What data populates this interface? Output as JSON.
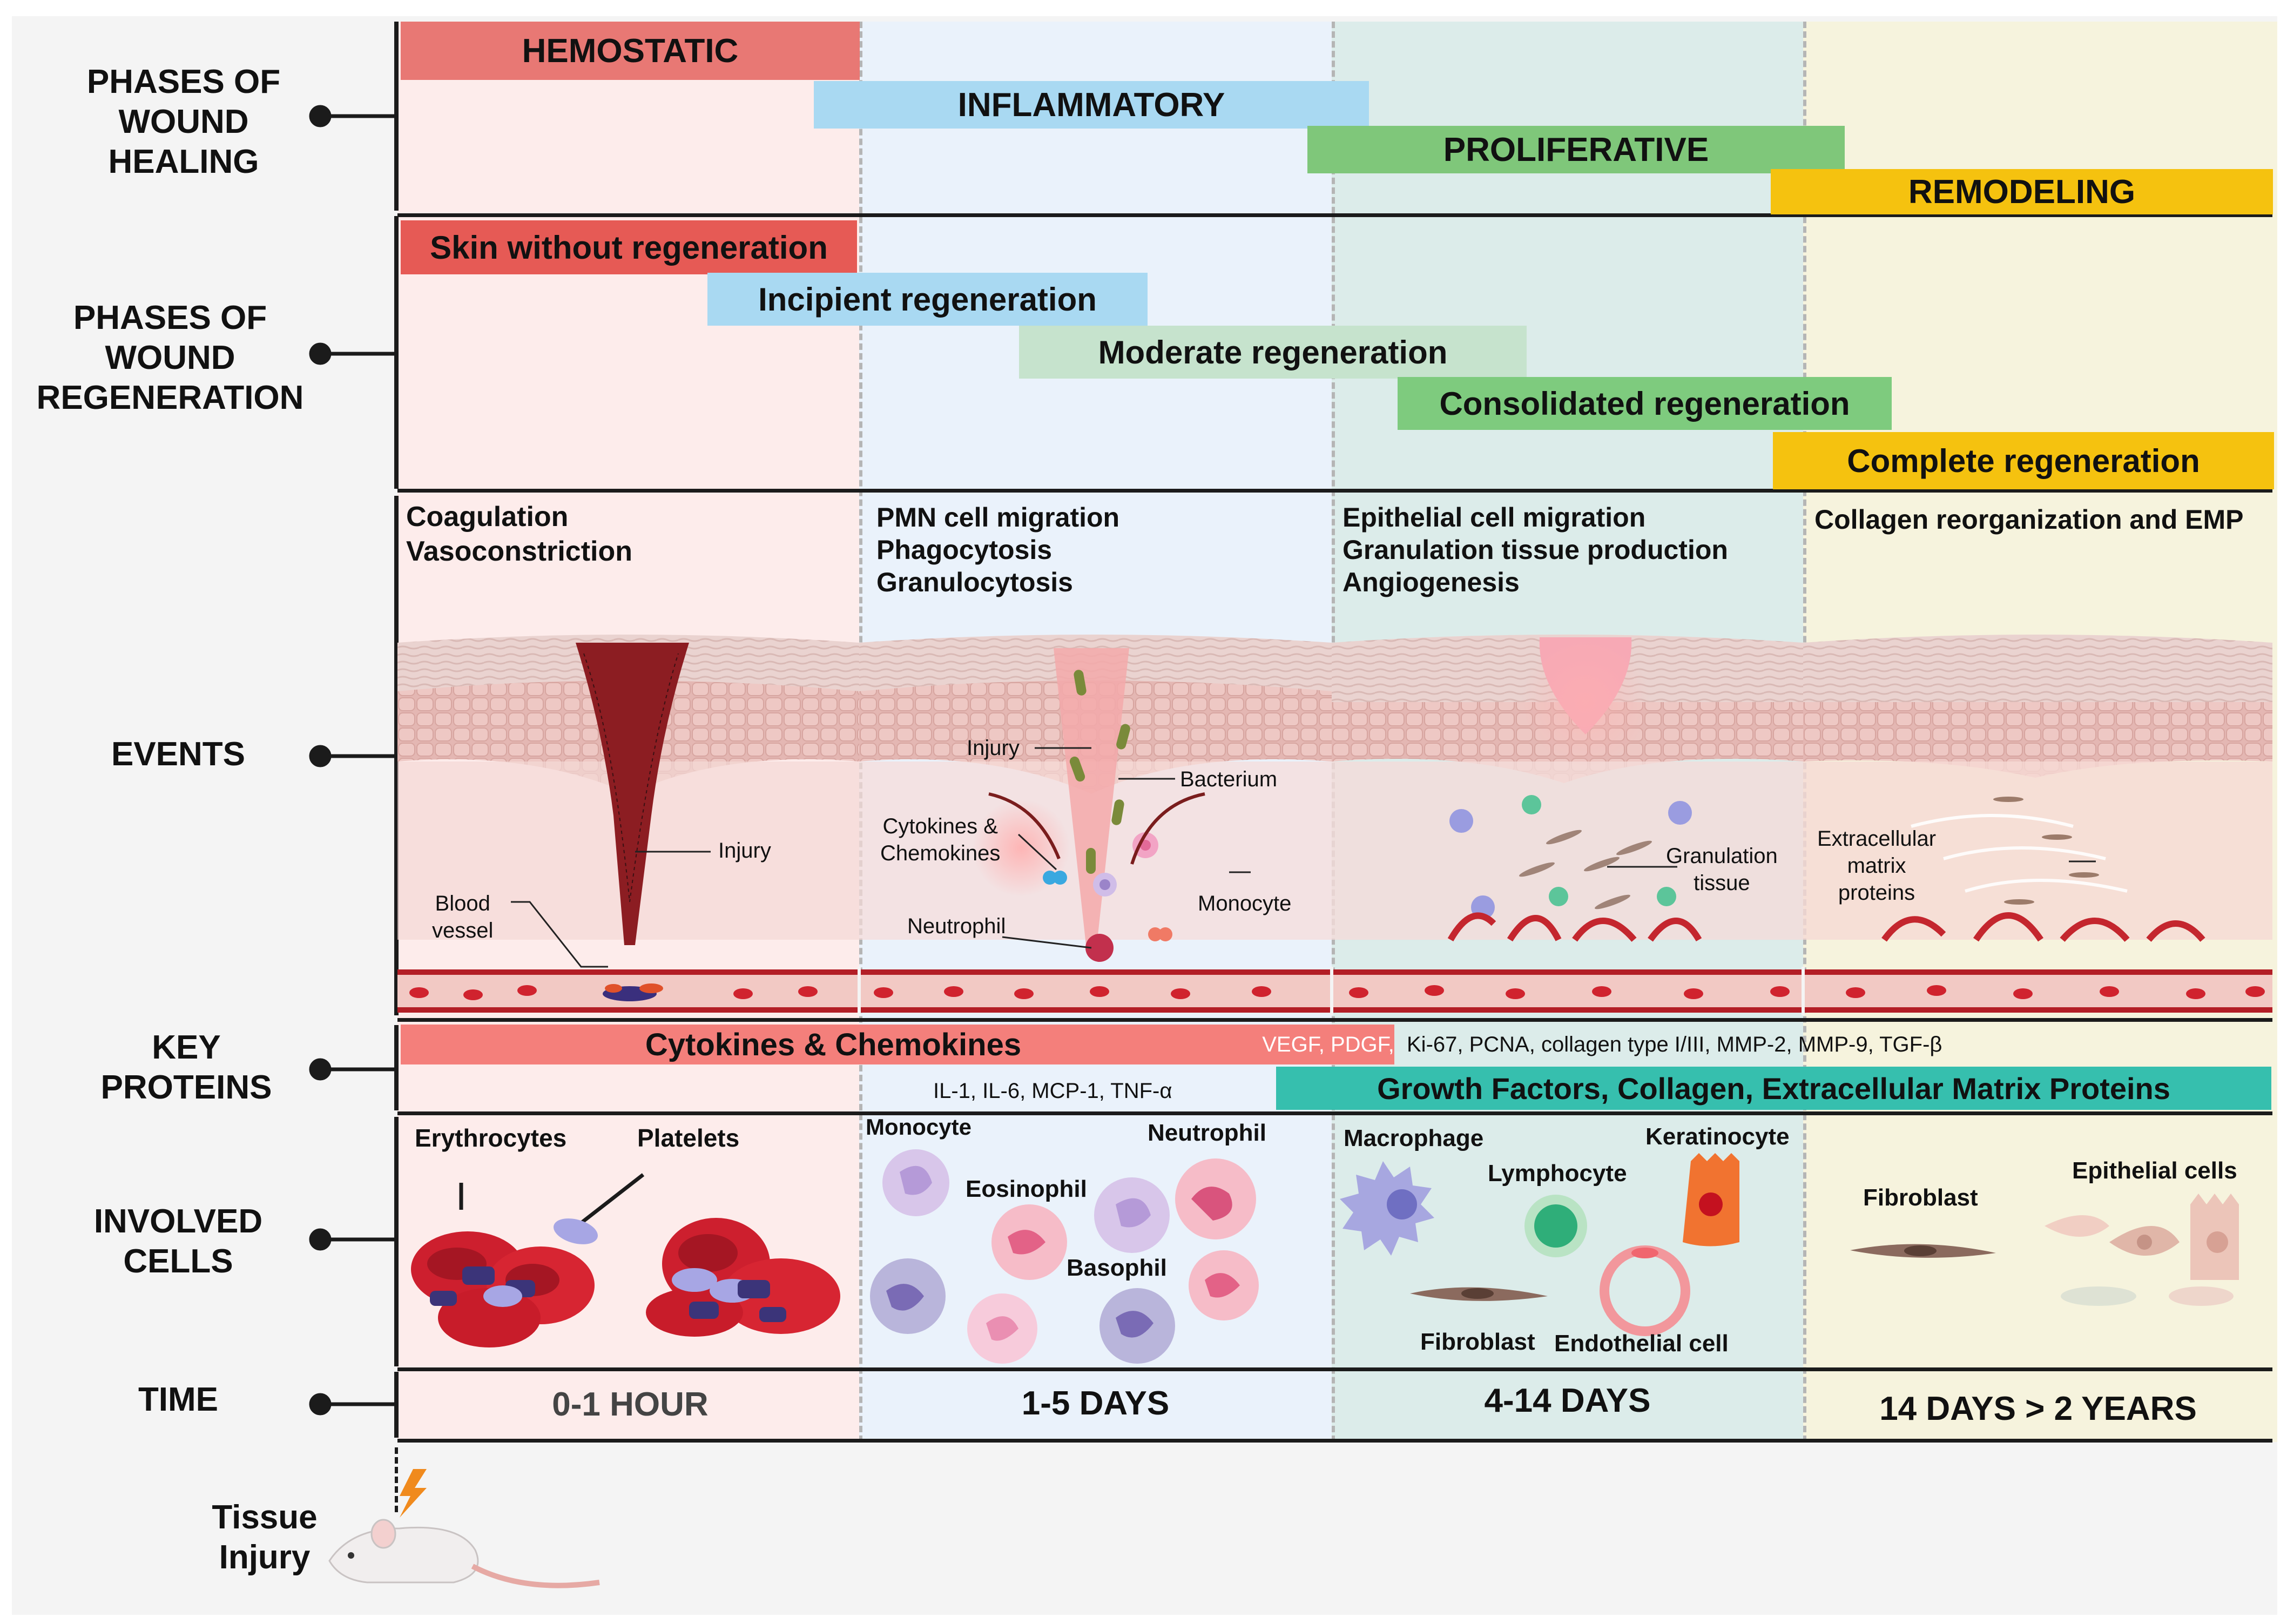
{
  "rows": {
    "phases_healing": "PHASES OF\nWOUND\nHEALING",
    "phases_regeneration": "PHASES OF\nWOUND\nREGENERATION",
    "events": "EVENTS",
    "key_proteins": "KEY\nPROTEINS",
    "involved_cells": "INVOLVED\nCELLS",
    "time": "TIME"
  },
  "healing_phases": {
    "hemostatic": "HEMOSTATIC",
    "inflammatory": "INFLAMMATORY",
    "proliferative": "PROLIFERATIVE",
    "remodeling": "REMODELING"
  },
  "regeneration_phases": {
    "skin": "Skin without regeneration",
    "incipient": "Incipient regeneration",
    "moderate": "Moderate regeneration",
    "consolidated": "Consolidated regeneration",
    "complete": "Complete regeneration"
  },
  "events": {
    "col1": "Coagulation\nVasoconstriction",
    "col2": "PMN cell migration\nPhagocytosis\nGranulocytosis",
    "col3": "Epithelial cell  migration\nGranulation tissue production\nAngiogenesis",
    "col4": "Collagen reorganization and EMP"
  },
  "event_labels": {
    "injury1": "Injury",
    "blood_vessel": "Blood\nvessel",
    "injury2": "Injury",
    "bacterium": "Bacterium",
    "cytokines": "Cytokines &\nChemokines",
    "monocyte": "Monocyte",
    "neutrophil": "Neutrophil",
    "granulation": "Granulation\ntissue",
    "ecm": "Extracellular\nmatrix\nproteins"
  },
  "proteins": {
    "cytokines": "Cytokines  & Chemokines",
    "vegf": "VEGF, PDGF,",
    "ki67": "Ki-67, PCNA, collagen type I/III, MMP-2, MMP-9, TGF-β",
    "il": "IL-1, IL-6, MCP-1, TNF-α",
    "growth": "Growth Factors, Collagen, Extracellular Matrix Proteins"
  },
  "cells": {
    "erythrocytes": "Erythrocytes",
    "platelets": "Platelets",
    "monocyte": "Monocyte",
    "neutrophil": "Neutrophil",
    "eosinophil": "Eosinophil",
    "basophil": "Basophil",
    "macrophage": "Macrophage",
    "lymphocyte": "Lymphocyte",
    "keratinocyte": "Keratinocyte",
    "fibroblast": "Fibroblast",
    "endothelial": "Endothelial cell",
    "fibroblast2": "Fibroblast",
    "epithelial": "Epithelial cells"
  },
  "time": {
    "t1": "0-1 HOUR",
    "t2": "1-5 DAYS",
    "t3": "4-14 DAYS",
    "t4": "14 DAYS > 2 YEARS"
  },
  "tissue_injury": "Tissue\nInjury",
  "colors": {
    "col1_bg": "#fdeceb",
    "col2_bg": "#eaf2fb",
    "col3_bg": "#dcecea",
    "col4_bg": "#f6f3dd",
    "hemostatic": "#e87874",
    "inflammatory": "#a9d9f2",
    "proliferative": "#7fc77a",
    "remodeling": "#f5c20f",
    "skin": "#e65a55",
    "moderate": "#c6e3cd",
    "consolidated": "#7ecb7e",
    "cytokine_bar": "#f47f7b",
    "growth_bar": "#36bfae"
  }
}
